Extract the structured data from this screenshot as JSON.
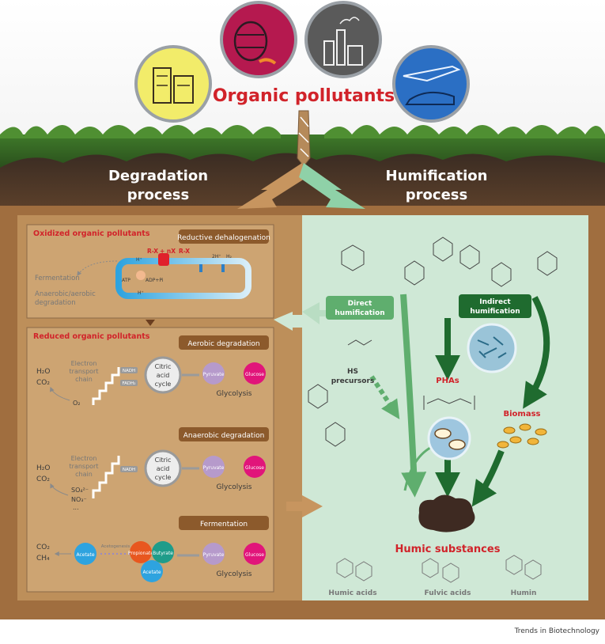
{
  "header": {
    "title": "Organic pollutants",
    "degradation_label_1": "Degradation",
    "degradation_label_2": "process",
    "humification_label_1": "Humification",
    "humification_label_2": "process"
  },
  "left_panel": {
    "oxidized": {
      "heading": "Oxidized organic pollutants",
      "process": "Reductive dehalogenation",
      "reaction_a": "R-X",
      "reaction_b": "+ nX",
      "reaction_c": "R-X",
      "proton_h1": "H⁺",
      "proton_h2": "H⁺",
      "proton_2h": "2H⁺",
      "proton_h2mol": "H₂",
      "atp": "ATP",
      "adp": "ADP+Pi",
      "fermentation": "Fermentation",
      "anaerobic_aerobic_1": "Anaerobic/aerobic",
      "anaerobic_aerobic_2": "degradation"
    },
    "reduced": {
      "heading": "Reduced organic pollutants",
      "aerobic": {
        "title": "Aerobic degradation",
        "products_1": "H₂O",
        "products_2": "CO₂",
        "etc_1": "Electron",
        "etc_2": "transport",
        "etc_3": "chain",
        "o2": "O₂",
        "nadh": "NADH",
        "fadh": "FADH₂",
        "cycle_1": "Citric",
        "cycle_2": "acid",
        "cycle_3": "cycle",
        "pyruvate": "Pyruvate",
        "glucose": "Glucose",
        "glycolysis": "Glycolysis"
      },
      "anaerobic": {
        "title": "Anaerobic degradation",
        "products_1": "H₂O",
        "products_2": "CO₂",
        "etc_1": "Electron",
        "etc_2": "transport",
        "etc_3": "chain",
        "so4": "SO₄²⁻",
        "no3": "NO₃⁻",
        "dots": "...",
        "nadh": "NADH",
        "cycle_1": "Citric",
        "cycle_2": "acid",
        "cycle_3": "cycle",
        "pyruvate": "Pyruvate",
        "glucose": "Glucose",
        "glycolysis": "Glycolysis"
      },
      "fermentation": {
        "title": "Fermentation",
        "products_1": "CO₂",
        "products_2": "CH₄",
        "acetate_1": "Acetate",
        "acetogenesis": "Acetogenesis",
        "propionate": "Propionate",
        "butyrate": "Butyrate",
        "acetate_2": "Acetate",
        "pyruvate": "Pyruvate",
        "glucose": "Glucose",
        "glycolysis": "Glycolysis"
      }
    }
  },
  "right_panel": {
    "direct_1": "Direct",
    "direct_2": "humification",
    "indirect_1": "Indirect",
    "indirect_2": "humification",
    "hs_1": "HS",
    "hs_2": "precursors",
    "phas": "PHAs",
    "biomass": "Biomass",
    "humic_substances": "Humic substances",
    "humic_acids": "Humic acids",
    "fulvic_acids": "Fulvic acids",
    "humin": "Humin"
  },
  "footer": {
    "credit": "Trends in Biotechnology"
  },
  "colors": {
    "soil": "#a06e3f",
    "left_panel": "#bd8f5a",
    "right_panel": "#cfe8d6",
    "accent_red": "#d1232a",
    "dark_green": "#1f6b2f",
    "light_green": "#5fae6e"
  }
}
